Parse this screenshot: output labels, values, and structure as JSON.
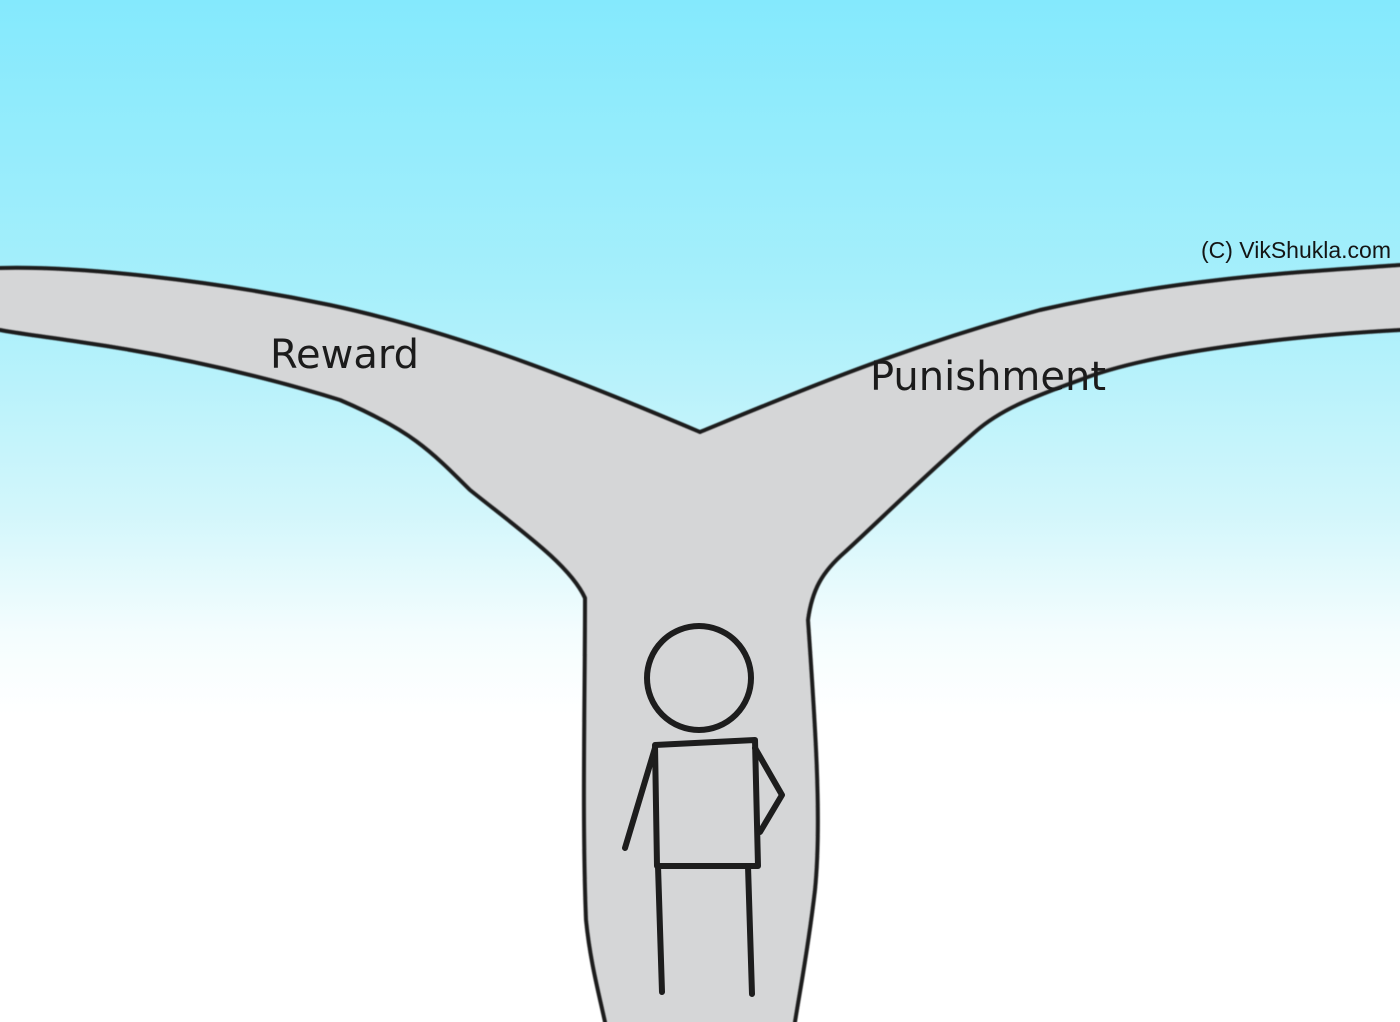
{
  "scene": {
    "left_road_label": "Reward",
    "right_road_label": "Punishment",
    "copyright": "(C) VikShukla.com"
  },
  "colors": {
    "sky_top": "#84e9fd",
    "ground": "#ffffff",
    "road_fill": "#d5d6d7",
    "outline": "#1d1d1d"
  }
}
